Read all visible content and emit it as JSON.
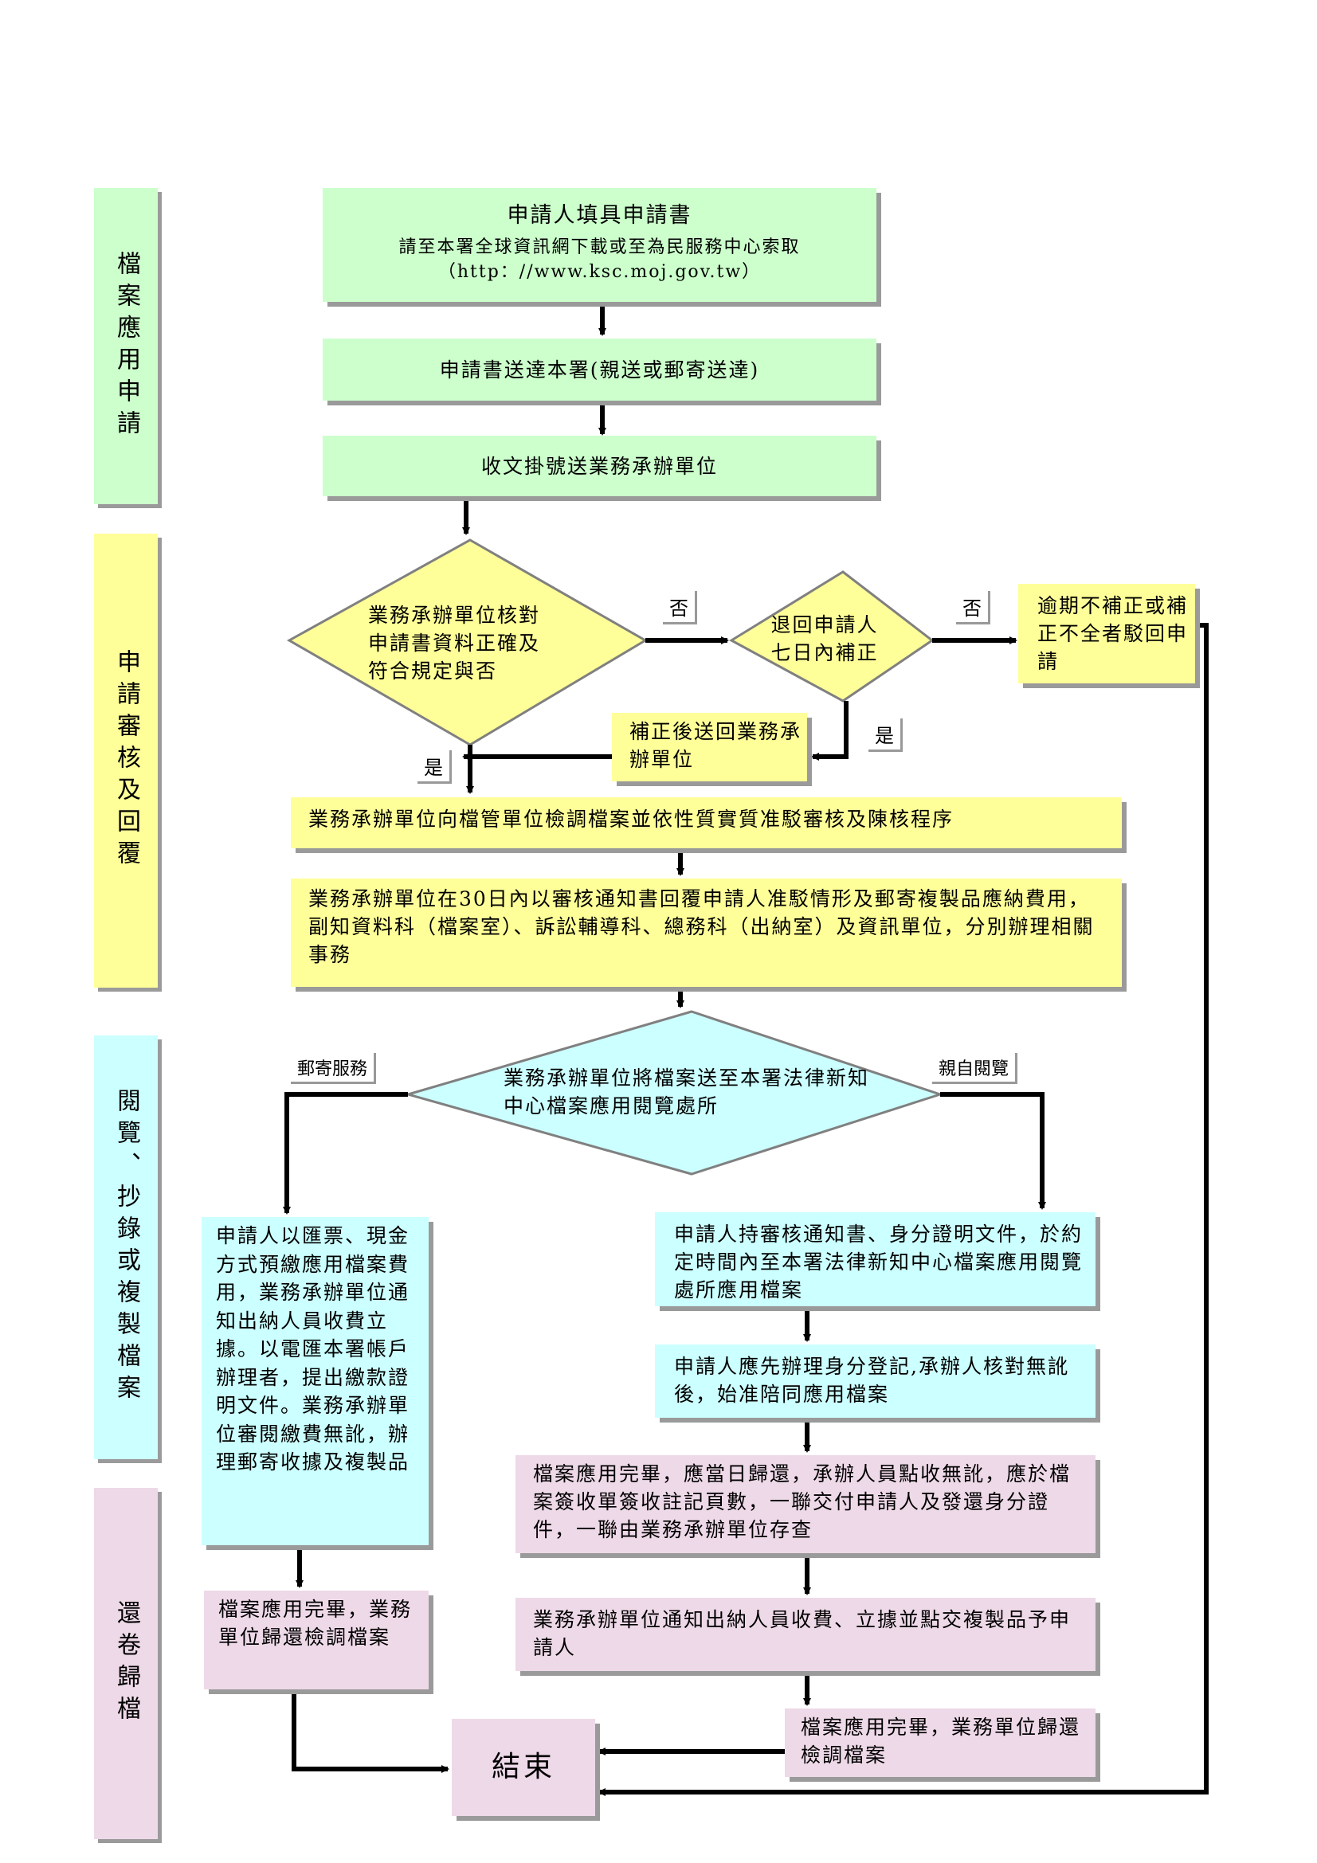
{
  "lanes": {
    "apply": "檔案應用申請",
    "review": "申請審核及回覆",
    "read": "閱覽、抄錄或複製檔案",
    "return": "還卷歸檔"
  },
  "steps": {
    "fill_form_title": "申請人填具申請書",
    "fill_form_line1": "請至本署全球資訊網下載或至為民服務中心索取",
    "fill_form_line2": "（http：//www.ksc.moj.gov.tw）",
    "send_form": "申請書送達本署(親送或郵寄送達)",
    "register": "收文掛號送業務承辦單位",
    "check_decision": "業務承辦單位核對申請書資料正確及符合規定與否",
    "return_applicant": "退回申請人七日內補正",
    "overdue_reject": "逾期不補正或補正不全者駁回申請",
    "resubmit": "補正後送回業務承辦單位",
    "retrieve_review": "業務承辦單位向檔管單位檢調檔案並依性質實質准駁審核及陳核程序",
    "notify_reply": "業務承辦單位在30日內以審核通知書回覆申請人准駁情形及郵寄複製品應納費用，副知資料科（檔案室）、訴訟輔導科、總務科（出納室）及資訊單位，分別辦理相關事務",
    "send_reading_decision": "業務承辦單位將檔案送至本署法律新知中心檔案應用閱覽處所",
    "mail_payment": "申請人以匯票、現金方式預繳應用檔案費用，業務承辦單位通知出納人員收費立據。以電匯本署帳戶辦理者，提出繳款證明文件。業務承辦單位審閱繳費無訛，辦理郵寄收據及複製品",
    "visit_bring_docs": "申請人持審核通知書、身分證明文件，於約定時間內至本署法律新知中心檔案應用閱覽處所應用檔案",
    "identity_register": "申請人應先辦理身分登記,承辦人核對無訛後，始准陪同應用檔案",
    "return_same_day": "檔案應用完畢，應當日歸還，承辦人員點收無訛，應於檔案簽收單簽收註記頁數，一聯交付申請人及發還身分證件，一聯由業務承辦單位存查",
    "mail_return": "檔案應用完畢，業務單位歸還檢調檔案",
    "collect_fee": "業務承辦單位通知出納人員收費、立據並點交複製品予申請人",
    "visit_return": "檔案應用完畢，業務單位歸還檢調檔案",
    "end": "結束"
  },
  "edge_labels": {
    "no1": "否",
    "no2": "否",
    "yes1": "是",
    "yes2": "是",
    "mail_service": "郵寄服務",
    "in_person": "親自閱覽"
  },
  "colors": {
    "apply": "#ccffcc",
    "review": "#ffff99",
    "read": "#ccffff",
    "return": "#eed9e8"
  }
}
